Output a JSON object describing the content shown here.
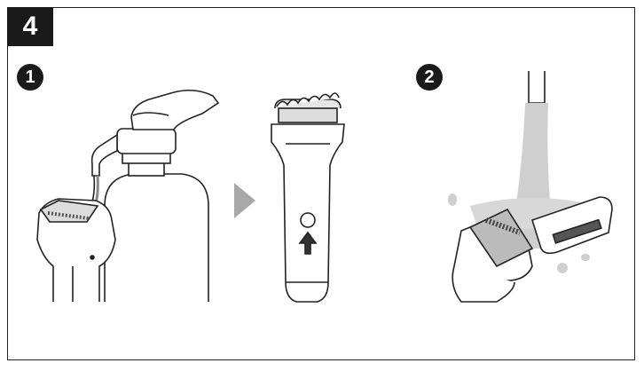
{
  "step": {
    "label": "4"
  },
  "substeps": [
    {
      "label": "1"
    },
    {
      "label": "2"
    }
  ],
  "icons": [
    "soap-dispenser-icon",
    "trimmer-head-icon",
    "arrow-right-icon",
    "trimmer-body-icon",
    "water-tap-icon",
    "detached-head-icon"
  ],
  "colors": {
    "ink": "#1a1a1a",
    "water": "#cfcfcf",
    "arrow": "#a8a8a8",
    "foam": "#e6e6e6"
  }
}
